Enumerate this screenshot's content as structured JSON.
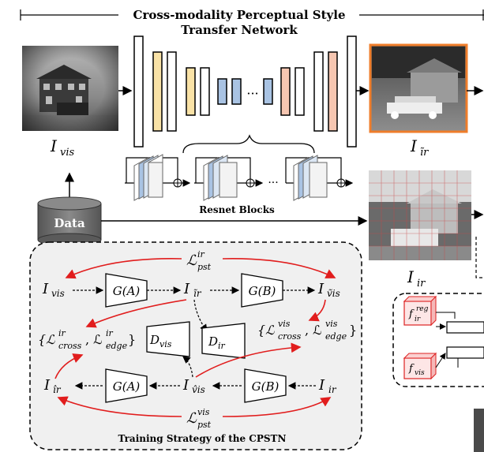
{
  "title": {
    "line1": "Cross-modality Perceptual Style",
    "line2": "Transfer Network"
  },
  "top": {
    "input_label": "vis",
    "output_label": "ĩr",
    "ellipsis": "···",
    "resnet_ellipsis": "···",
    "resnet_label": "Resnet Blocks",
    "data_label": "Data",
    "ir_label": "ir"
  },
  "strategy": {
    "caption": "Training Strategy of the CPSTN",
    "nodes": {
      "i_vis": "vis",
      "i_ir_tilde": "ĩr",
      "i_vis_tilde": "ṽis",
      "i_ir_hat": "îr",
      "i_vis_hat": "v̂is",
      "i_ir": "ir",
      "g_a_top": "G(A)",
      "g_b_top": "G(B)",
      "g_a_bottom": "G(A)",
      "g_b_bottom": "G(B)",
      "d_vis": "vis",
      "d_ir": "ir"
    },
    "losses": {
      "pst_ir_sup": "ir",
      "pst_ir_sub": "pst",
      "pst_vis_sup": "vis",
      "pst_vis_sub": "pst",
      "left_set": "{ℒ",
      "left_cross_sup": "ir",
      "left_cross_sub": "cross",
      "left_edge_sup": "ir",
      "left_edge_sub": "edge",
      "right_cross_sup": "vis",
      "right_cross_sub": "cross",
      "right_edge_sup": "vis",
      "right_edge_sub": "edge"
    }
  },
  "right_panel": {
    "f_reg_base": "f",
    "f_reg_sub": "ir",
    "f_reg_sup": "reg",
    "f_vis_base": "f",
    "f_vis_sub": "vis"
  },
  "colors": {
    "yellow": "#f9e2a6",
    "blue": "#a9c3e3",
    "salmon": "#f6c6b1",
    "orange_border": "#ef7d2a",
    "red_arrow": "#e11d1d",
    "panel_fill": "#f0f0f0",
    "cylinder": "#6b6b6b"
  }
}
